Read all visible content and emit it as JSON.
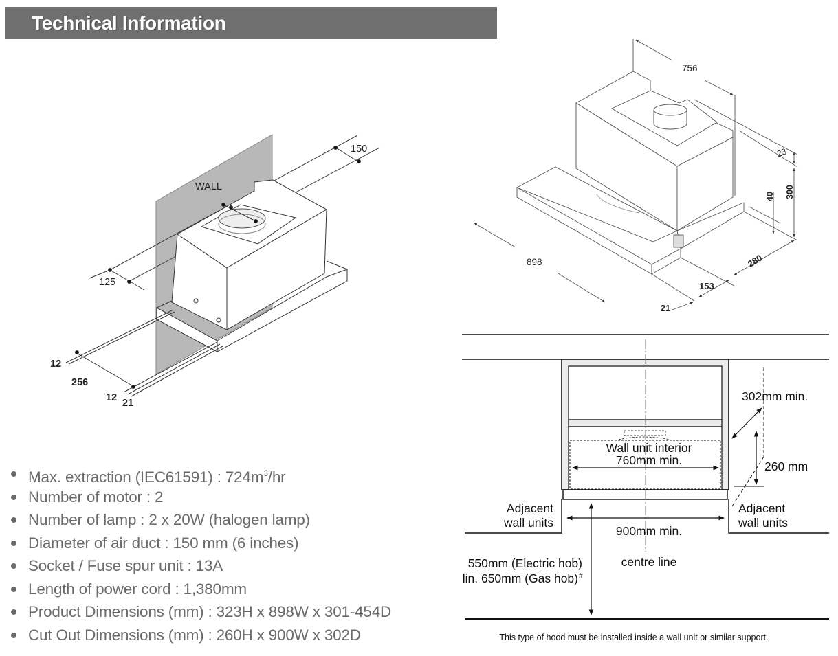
{
  "header": {
    "title": "Technical Information"
  },
  "side_view": {
    "wall_label": "WALL",
    "dims": {
      "d150": "150",
      "d125": "125",
      "d12a": "12",
      "d256": "256",
      "d12b": "12",
      "d21": "21"
    }
  },
  "iso_view": {
    "dims": {
      "d756": "756",
      "d898": "898",
      "d23": "23",
      "d300": "300",
      "d40": "40",
      "d280": "280",
      "d153": "153",
      "d21": "21"
    }
  },
  "install_view": {
    "wall_unit_interior": "Wall unit interior",
    "interior_min": "760mm min.",
    "depth_min": "302mm min.",
    "height": "260 mm",
    "adjacent_left_1": "Adjacent",
    "adjacent_left_2": "wall units",
    "adjacent_right_1": "Adjacent",
    "adjacent_right_2": "wall units",
    "width_min": "900mm min.",
    "centre_line": "centre line",
    "hob_electric": "550mm (Electric hob)",
    "hob_gas": "lin. 650mm (Gas hob)",
    "hob_gas_mark": "#",
    "note": "This type of hood must be installed inside a wall unit or similar support."
  },
  "specs": [
    {
      "label": "Max. extraction (IEC61591) : 724m",
      "sup": "3",
      "suffix": "/hr"
    },
    {
      "label": "Number of motor : 2"
    },
    {
      "label": "Number of lamp : 2 x 20W (halogen lamp)"
    },
    {
      "label": "Diameter of air duct : 150 mm (6 inches)"
    },
    {
      "label": "Socket / Fuse spur unit : 13A"
    },
    {
      "label": "Length of power cord : 1,380mm"
    },
    {
      "label": "Product Dimensions (mm) : 323H x 898W x 301-454D"
    },
    {
      "label": "Cut Out Dimensions (mm) : 260H x 900W x 302D"
    }
  ]
}
